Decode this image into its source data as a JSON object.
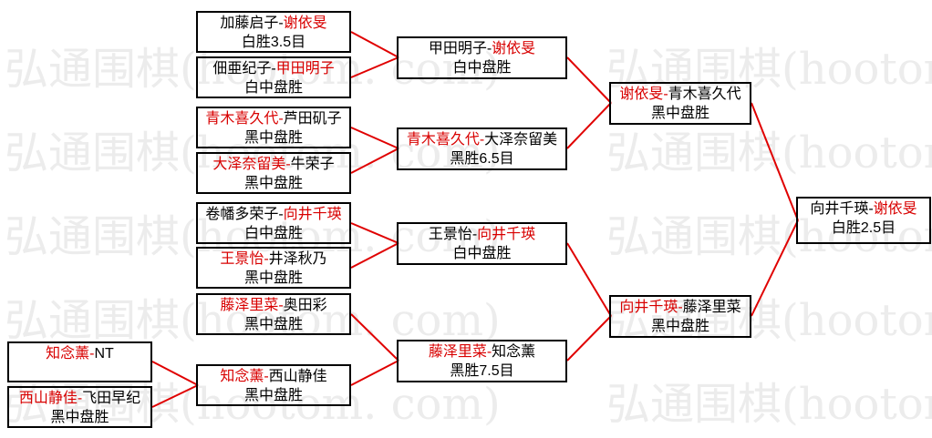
{
  "watermark": {
    "text": "弘通围棋(hootom. com)",
    "color": "#ececec"
  },
  "colors": {
    "line": "#e00000",
    "winner_text": "#d80000",
    "box_border": "#000000",
    "text": "#000000",
    "background": "#ffffff"
  },
  "separator": "-",
  "matches": {
    "prelim": [
      {
        "players": [
          {
            "name": "知念薰",
            "winner": true
          },
          {
            "name": "NT",
            "winner": false
          }
        ],
        "result": ""
      },
      {
        "players": [
          {
            "name": "西山静佳",
            "winner": true
          },
          {
            "name": "飞田早纪",
            "winner": false
          }
        ],
        "result": "黑中盘胜"
      }
    ],
    "round1": [
      {
        "players": [
          {
            "name": "加藤启子",
            "winner": false
          },
          {
            "name": "谢依旻",
            "winner": true
          }
        ],
        "result": "白胜3.5目"
      },
      {
        "players": [
          {
            "name": "佃亜纪子",
            "winner": false
          },
          {
            "name": "甲田明子",
            "winner": true
          }
        ],
        "result": "白中盘胜"
      },
      {
        "players": [
          {
            "name": "青木喜久代",
            "winner": true
          },
          {
            "name": "芦田矶子",
            "winner": false
          }
        ],
        "result": "黑中盘胜"
      },
      {
        "players": [
          {
            "name": "大泽奈留美",
            "winner": true
          },
          {
            "name": "牛荣子",
            "winner": false
          }
        ],
        "result": "黑中盘胜"
      },
      {
        "players": [
          {
            "name": "卷幡多荣子",
            "winner": false
          },
          {
            "name": "向井千瑛",
            "winner": true
          }
        ],
        "result": "白中盘胜"
      },
      {
        "players": [
          {
            "name": "王景怡",
            "winner": true
          },
          {
            "name": "井泽秋乃",
            "winner": false
          }
        ],
        "result": "黑中盘胜"
      },
      {
        "players": [
          {
            "name": "藤泽里菜",
            "winner": true
          },
          {
            "name": "奥田彩",
            "winner": false
          }
        ],
        "result": "黑中盘胜"
      },
      {
        "players": [
          {
            "name": "知念薰",
            "winner": true
          },
          {
            "name": "西山静佳",
            "winner": false
          }
        ],
        "result": "黑中盘胜"
      }
    ],
    "round2": [
      {
        "players": [
          {
            "name": "甲田明子",
            "winner": false
          },
          {
            "name": "谢依旻",
            "winner": true
          }
        ],
        "result": "白中盘胜"
      },
      {
        "players": [
          {
            "name": "青木喜久代",
            "winner": true
          },
          {
            "name": "大泽奈留美",
            "winner": false
          }
        ],
        "result": "黑胜6.5目"
      },
      {
        "players": [
          {
            "name": "王景怡",
            "winner": false
          },
          {
            "name": "向井千瑛",
            "winner": true
          }
        ],
        "result": "白中盘胜"
      },
      {
        "players": [
          {
            "name": "藤泽里菜",
            "winner": true
          },
          {
            "name": "知念薰",
            "winner": false
          }
        ],
        "result": "黑胜7.5目"
      }
    ],
    "semifinal": [
      {
        "players": [
          {
            "name": "谢依旻",
            "winner": true
          },
          {
            "name": "青木喜久代",
            "winner": false
          }
        ],
        "result": "黑中盘胜"
      },
      {
        "players": [
          {
            "name": "向井千瑛",
            "winner": true
          },
          {
            "name": "藤泽里菜",
            "winner": false
          }
        ],
        "result": "黑中盘胜"
      }
    ],
    "final": [
      {
        "players": [
          {
            "name": "向井千瑛",
            "winner": false
          },
          {
            "name": "谢依旻",
            "winner": true
          }
        ],
        "result": "白胜2.5目"
      }
    ]
  }
}
